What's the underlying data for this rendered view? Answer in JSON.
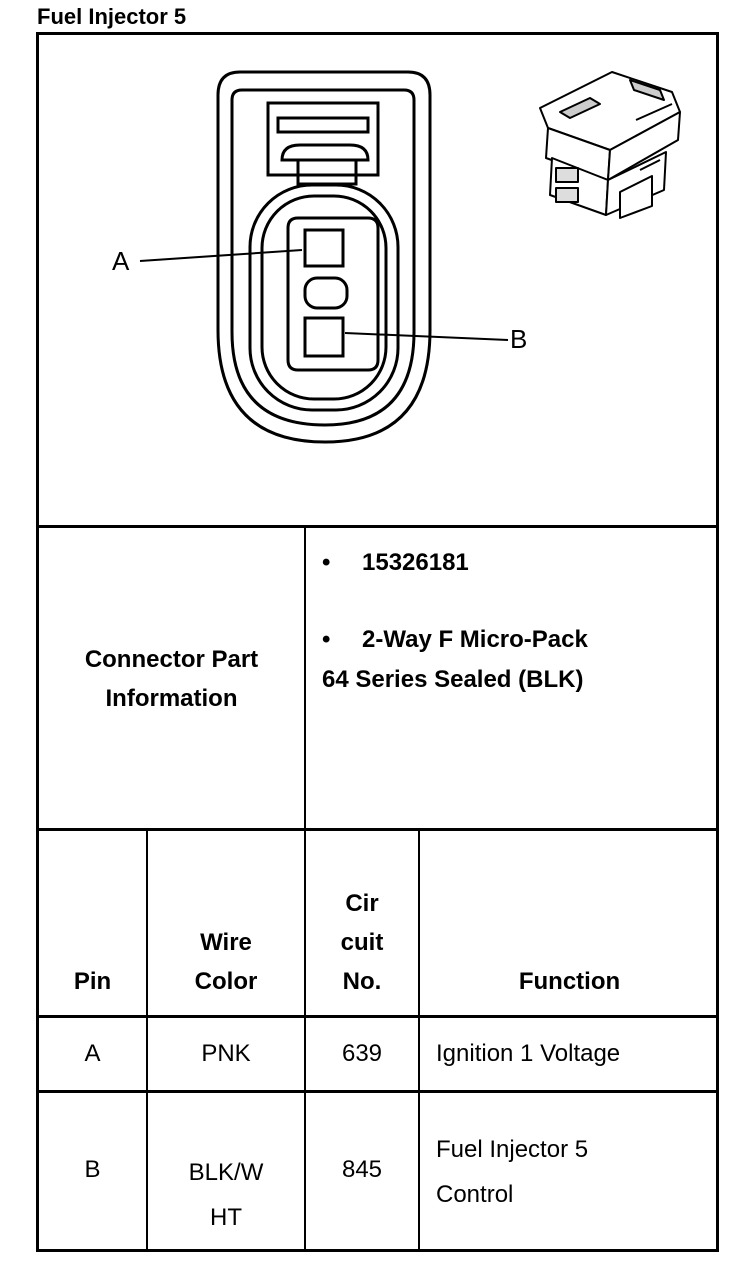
{
  "title": "Fuel Injector 5",
  "connector": {
    "pin_a_label": "A",
    "pin_b_label": "B"
  },
  "part_info": {
    "label_line1": "Connector Part",
    "label_line2": "Information",
    "bullet1": "15326181",
    "bullet2_line1": "2-Way F Micro-Pack",
    "bullet2_line2": "64 Series Sealed (BLK)"
  },
  "table": {
    "headers": {
      "pin": "Pin",
      "wire_line1": "Wire",
      "wire_line2": "Color",
      "cir_line1": "Cir",
      "cir_line2": "cuit",
      "cir_line3": "No.",
      "function": "Function"
    },
    "rows": [
      {
        "pin": "A",
        "wire_line1": "PNK",
        "wire_line2": "",
        "circuit": "639",
        "function_line1": "Ignition 1 Voltage",
        "function_line2": ""
      },
      {
        "pin": "B",
        "wire_line1": "BLK/W",
        "wire_line2": "HT",
        "circuit": "845",
        "function_line1": "Fuel Injector 5",
        "function_line2": "Control"
      }
    ]
  }
}
